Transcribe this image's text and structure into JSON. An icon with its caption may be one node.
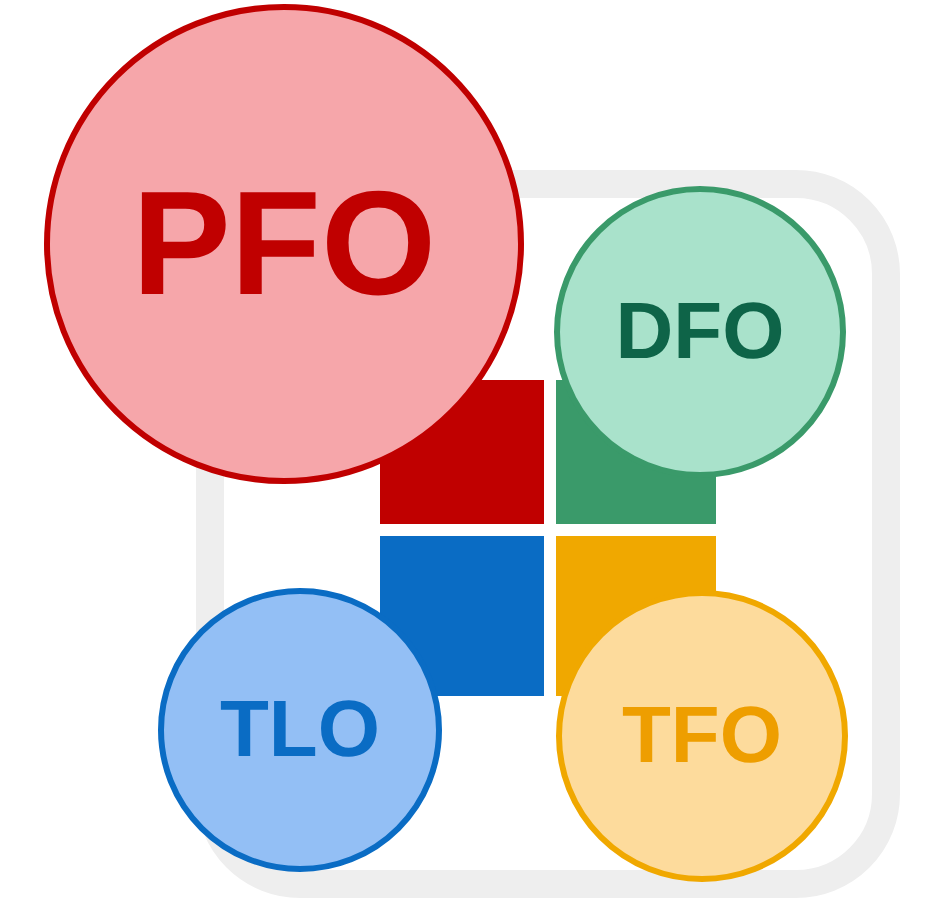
{
  "diagram": {
    "nodes": [
      {
        "text": [
          "PFO"
        ]
      },
      {
        "text": [
          "DFO"
        ]
      },
      {
        "text": [
          "TLO"
        ]
      },
      {
        "text": [
          "TFO"
        ]
      }
    ]
  }
}
